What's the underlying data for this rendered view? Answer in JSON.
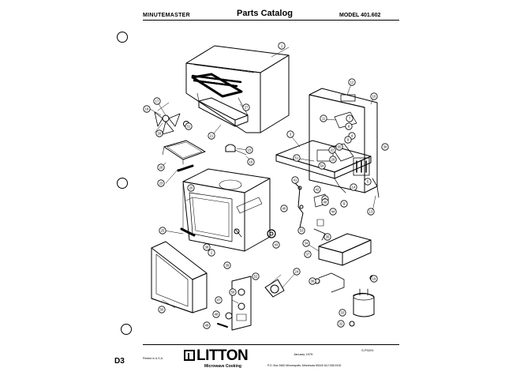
{
  "header": {
    "left": "MINUTEMASTER",
    "center": "Parts Catalog",
    "right": "MODEL 401.602"
  },
  "footer": {
    "page_number": "D3",
    "printed": "Printed in U.S.A.",
    "brand": "LITTON",
    "subbrand": "Microwave Cooking",
    "date": "January 1975",
    "address": "P.O. Box 9460  Minneapolis, Minnesota 55440  612 938-9100",
    "catalog_number": "S-P0201"
  },
  "callouts": [
    "1",
    "2",
    "3",
    "4",
    "5",
    "6",
    "7",
    "8",
    "9",
    "10",
    "11",
    "12",
    "13",
    "14",
    "15",
    "16",
    "17",
    "18",
    "19",
    "20",
    "21",
    "22",
    "23",
    "24",
    "25",
    "26",
    "27",
    "28",
    "29",
    "30",
    "31",
    "32",
    "33",
    "34",
    "35",
    "36",
    "37",
    "38",
    "39",
    "40",
    "41",
    "42",
    "43",
    "44",
    "45",
    "46",
    "47",
    "48",
    "49",
    "50",
    "51",
    "52",
    "53",
    "54",
    "55",
    "56"
  ]
}
